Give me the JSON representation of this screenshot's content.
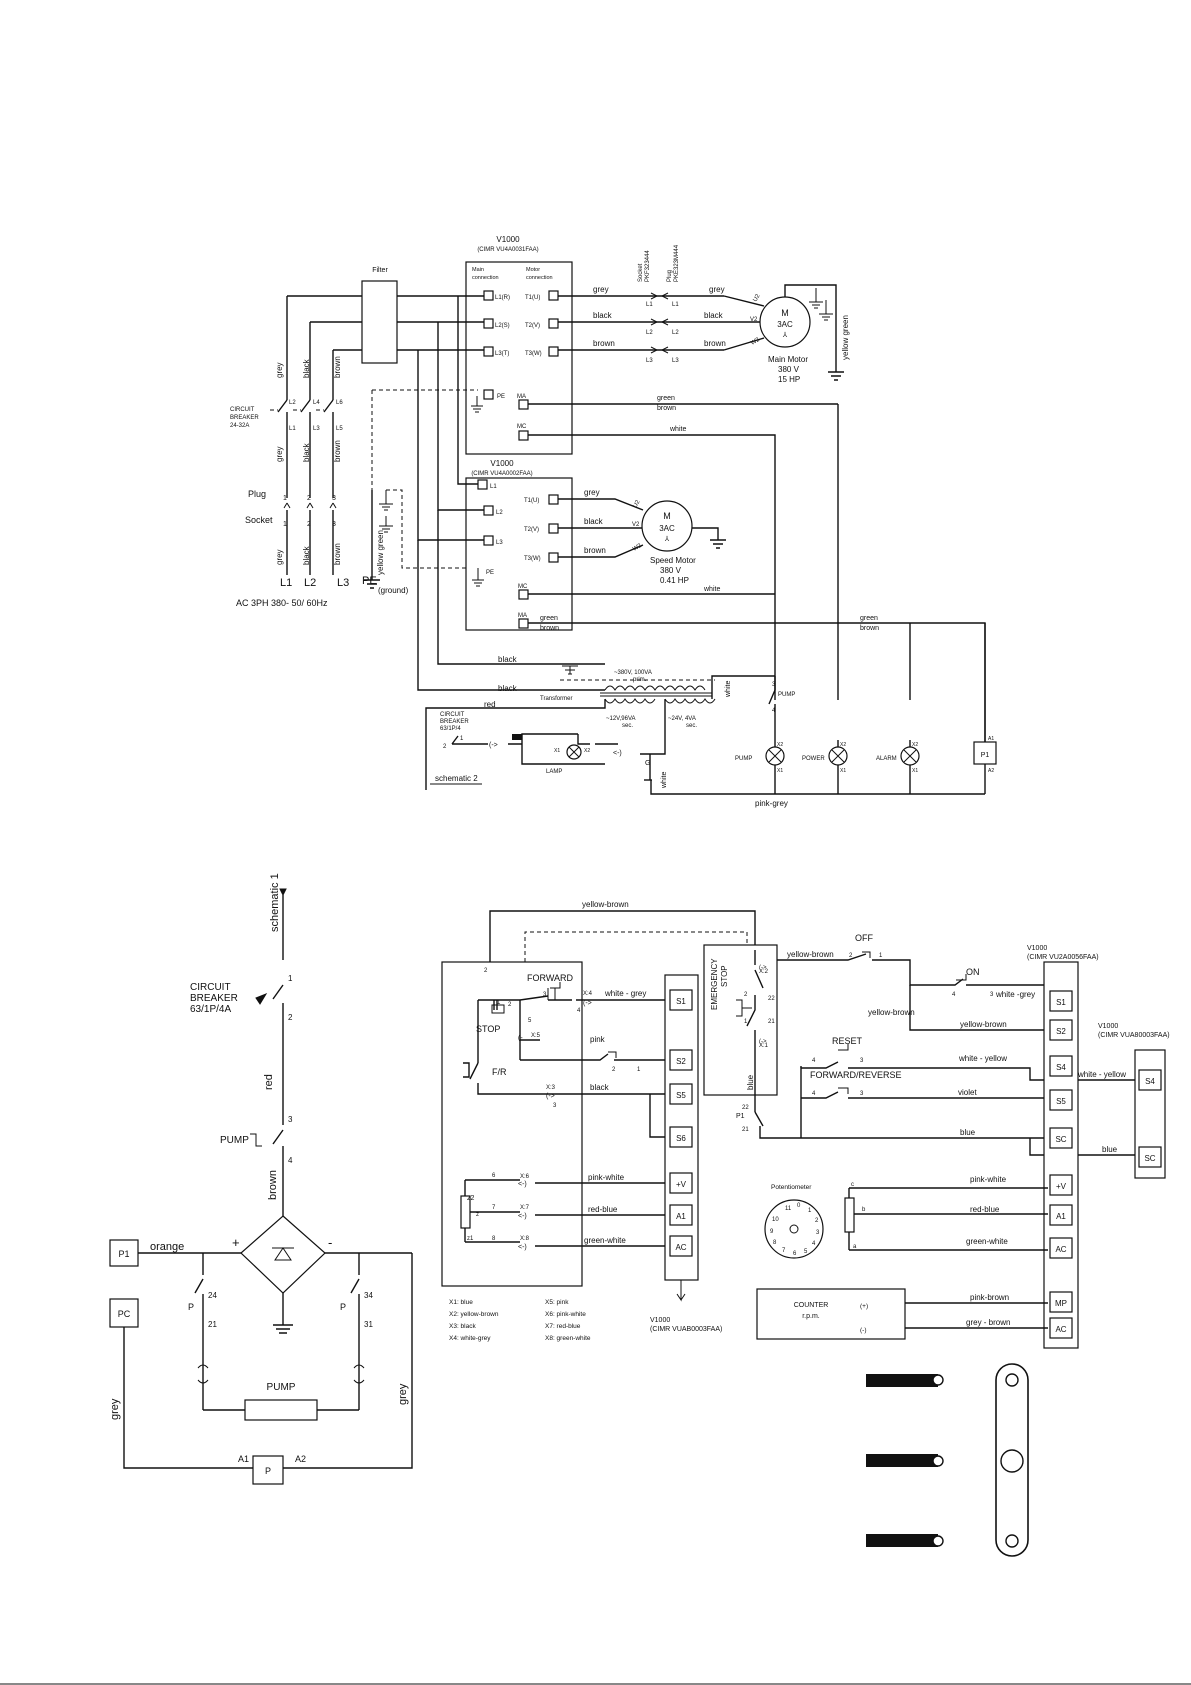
{
  "schematic1": {
    "vfd_main_title": "V1000",
    "vfd_main_model": "(CIMR VU4A0031FAA)",
    "filter_label": "Filter",
    "main_connection_label": "Main\nconnection",
    "motor_connection_label": "Motor\nconnection",
    "main_terminals": [
      "L1(R)",
      "L2(S)",
      "L3(T)"
    ],
    "motor_terminals": [
      "T1(U)",
      "T2(V)",
      "T3(W)"
    ],
    "socket_part": "Socket\nPKF323444",
    "plug_part": "Plug\nPKE323M444",
    "conn_labels": [
      "L1",
      "L1",
      "L2",
      "L2",
      "L3",
      "L3"
    ],
    "wire_grey": "grey",
    "wire_black": "black",
    "wire_brown": "brown",
    "wire_green": "green",
    "wire_white": "white",
    "wire_yellow_green": "yellow green",
    "wire_red": "red",
    "wire_pink_grey": "pink-grey",
    "motor_symbol": "M",
    "motor_3ac": "3AC",
    "motor_pins": [
      "U2",
      "V2",
      "W2"
    ],
    "main_motor": [
      "Main Motor",
      "380 V",
      "15 HP"
    ],
    "circuit_breaker_1": [
      "CIRCUIT",
      "BREAKER",
      "24-32A"
    ],
    "breaker_pins": [
      "L2",
      "L4",
      "L6",
      "L1",
      "L3",
      "L5"
    ],
    "plug_label": "Plug",
    "socket_label": "Socket",
    "phase_labels": [
      "L1",
      "L2",
      "L3"
    ],
    "pe_label": "PE",
    "ground_label": "(ground)",
    "supply_label": "AC 3PH  380-  50/ 60Hz",
    "ma_label": "MA",
    "mc_label": "MC",
    "vfd_speed_title": "V1000",
    "vfd_speed_model": "(CIMR VU4A0002FAA)",
    "speed_terminals": [
      "L1",
      "L2",
      "L3"
    ],
    "speed_motor": [
      "Speed Motor",
      "380 V",
      "0.41 HP"
    ],
    "transformer_label": "Transformer",
    "transformer_prim": "~380V, 100VA",
    "transformer_prim2": "prim.",
    "transformer_sec1": "~12V,96VA",
    "transformer_sec1b": "sec.",
    "transformer_sec2": "~24V, 4VA",
    "transformer_sec2b": "sec.",
    "circuit_breaker_2": [
      "CIRCUIT",
      "BREAKER",
      "63/1P/4"
    ],
    "lamp_label": "LAMP",
    "g_label": "G",
    "schematic2_link": "schematic 2",
    "pump_switch": "PUMP",
    "pump_pins": [
      "3",
      "4"
    ],
    "indicators": [
      "PUMP",
      "POWER",
      "ALARM"
    ],
    "p1_label": "P1",
    "x_pins": [
      "X2",
      "X1"
    ],
    "a_pins": [
      "A1",
      "A2"
    ]
  },
  "schematic2": {
    "schematic1_link": "schematic 1",
    "circuit_breaker": [
      "CIRCUIT",
      "BREAKER",
      "63/1P/4A"
    ],
    "wire_red": "red",
    "wire_brown": "brown",
    "wire_orange": "orange",
    "wire_grey": "grey",
    "pump_label": "PUMP",
    "pins": [
      "1",
      "2",
      "3",
      "4"
    ],
    "plus": "+",
    "minus": "-",
    "p1": "P1",
    "pc": "PC",
    "p": "P",
    "relay_pins": [
      "24",
      "21",
      "34",
      "31"
    ],
    "pump_load": "PUMP",
    "a1": "A1",
    "a2": "A2"
  },
  "control": {
    "wire_yellow_brown": "yellow-brown",
    "forward": "FORWARD",
    "stop": "STOP",
    "fr": "F/R",
    "emergency_stop": "EMERGENCY\nSTOP",
    "off": "OFF",
    "on": "ON",
    "reset": "RESET",
    "forward_reverse": "FORWARD/REVERSE",
    "wire_white_grey": "white - grey",
    "wire_white_grey2": "white -grey",
    "wire_pink": "pink",
    "wire_black": "black",
    "wire_pink_white": "pink-white",
    "wire_red_blue": "red-blue",
    "wire_green_white": "green-white",
    "wire_white_yellow": "white - yellow",
    "wire_white_yellow2": "white - yellow",
    "wire_violet": "violet",
    "wire_blue": "blue",
    "wire_blue_vert": "blue",
    "wire_pink_brown": "pink-brown",
    "wire_grey_brown": "grey - brown",
    "wire_yellow_brown2": "yellow-brown",
    "wire_yellow_brown3": "yellow-brown",
    "wire_yellow_brown4": "yellow-brown",
    "terminals_left": [
      "S1",
      "S2",
      "S5",
      "S6",
      "+V",
      "A1",
      "AC"
    ],
    "terminals_right": [
      "S1",
      "S2",
      "S4",
      "S5",
      "SC",
      "+V",
      "A1",
      "AC",
      "MP",
      "AC"
    ],
    "terminals_far": [
      "S4",
      "SC"
    ],
    "vfd_bottom": [
      "V1000",
      "(CIMR VUAB0003FAA)"
    ],
    "vfd_right": [
      "V1000",
      "(CIMR VU2A0056FAA)"
    ],
    "vfd_far": [
      "V1000",
      "(CIMR VUA80003FAA)"
    ],
    "x_labels": [
      "X:4",
      "X:5",
      "X:3",
      "X:6",
      "X:7",
      "X:8",
      "X:2",
      "X:1"
    ],
    "legend_left": [
      "X1: blue",
      "X2: yellow-brown",
      "X3: black",
      "X4: white-grey"
    ],
    "legend_right": [
      "X5: pink",
      "X6: pink-white",
      "X7: red-blue",
      "X8: green-white"
    ],
    "potentiometer": "Potentiometer",
    "pot_pins": [
      "c",
      "b",
      "a"
    ],
    "pot_numbers": [
      "11",
      "0",
      "1",
      "2",
      "3",
      "4",
      "5",
      "6",
      "7",
      "8",
      "9",
      "10"
    ],
    "counter": "COUNTER",
    "rpm": "r.p.m.",
    "counter_plus": "(+)",
    "counter_minus": "(-)",
    "p1": "P1",
    "pin_nums": [
      "2",
      "1",
      "3",
      "4",
      "5",
      "2",
      "1",
      "3",
      "6",
      "7",
      "8",
      "z",
      "z1",
      "z2",
      "22",
      "21",
      "2",
      "1",
      "4",
      "3",
      "4",
      "3",
      "4",
      "3",
      "22",
      "21",
      "2",
      "1"
    ]
  }
}
